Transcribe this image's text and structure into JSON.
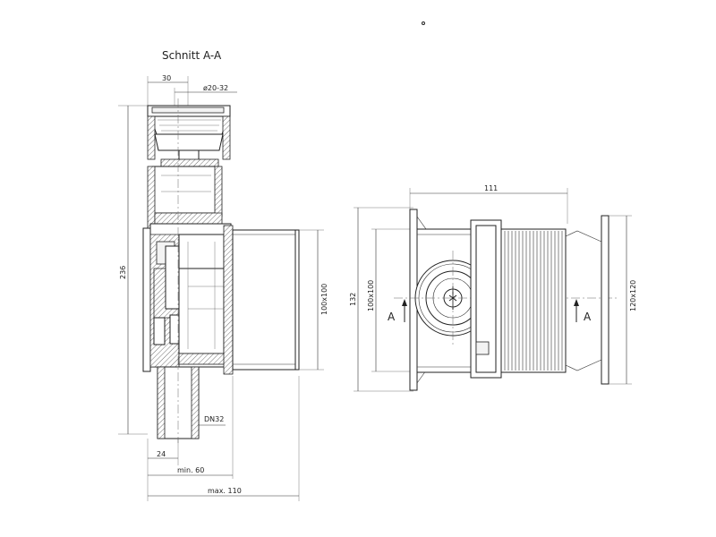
{
  "section_view": {
    "title": "Schnitt A-A",
    "dims": {
      "top_width": "30",
      "inlet_diameter": "ø20-32",
      "height": "236",
      "box_size": "100x100",
      "outlet": "DN32",
      "offset": "24",
      "min_depth": "min. 60",
      "max_depth": "max. 110"
    }
  },
  "side_view": {
    "dims": {
      "width": "111",
      "outer_height": "132",
      "box_size": "100x100",
      "plate_size": "120x120",
      "section_mark_left": "A",
      "section_mark_right": "A"
    }
  }
}
